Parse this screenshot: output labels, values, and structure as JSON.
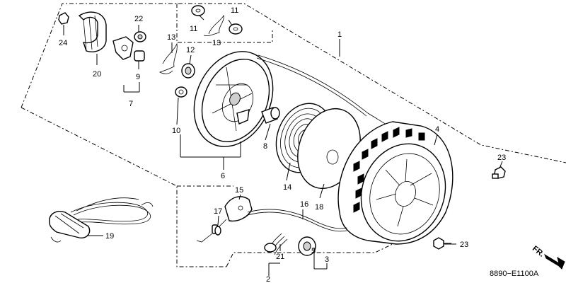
{
  "diagram": {
    "ref_code": "8890−E1100A",
    "direction_label": "FR.",
    "labels": [
      "1",
      "2",
      "3",
      "4",
      "5",
      "6",
      "7",
      "8",
      "9",
      "10",
      "11",
      "11",
      "12",
      "13",
      "13",
      "14",
      "15",
      "16",
      "17",
      "18",
      "19",
      "20",
      "21",
      "22",
      "23",
      "23",
      "24"
    ]
  }
}
